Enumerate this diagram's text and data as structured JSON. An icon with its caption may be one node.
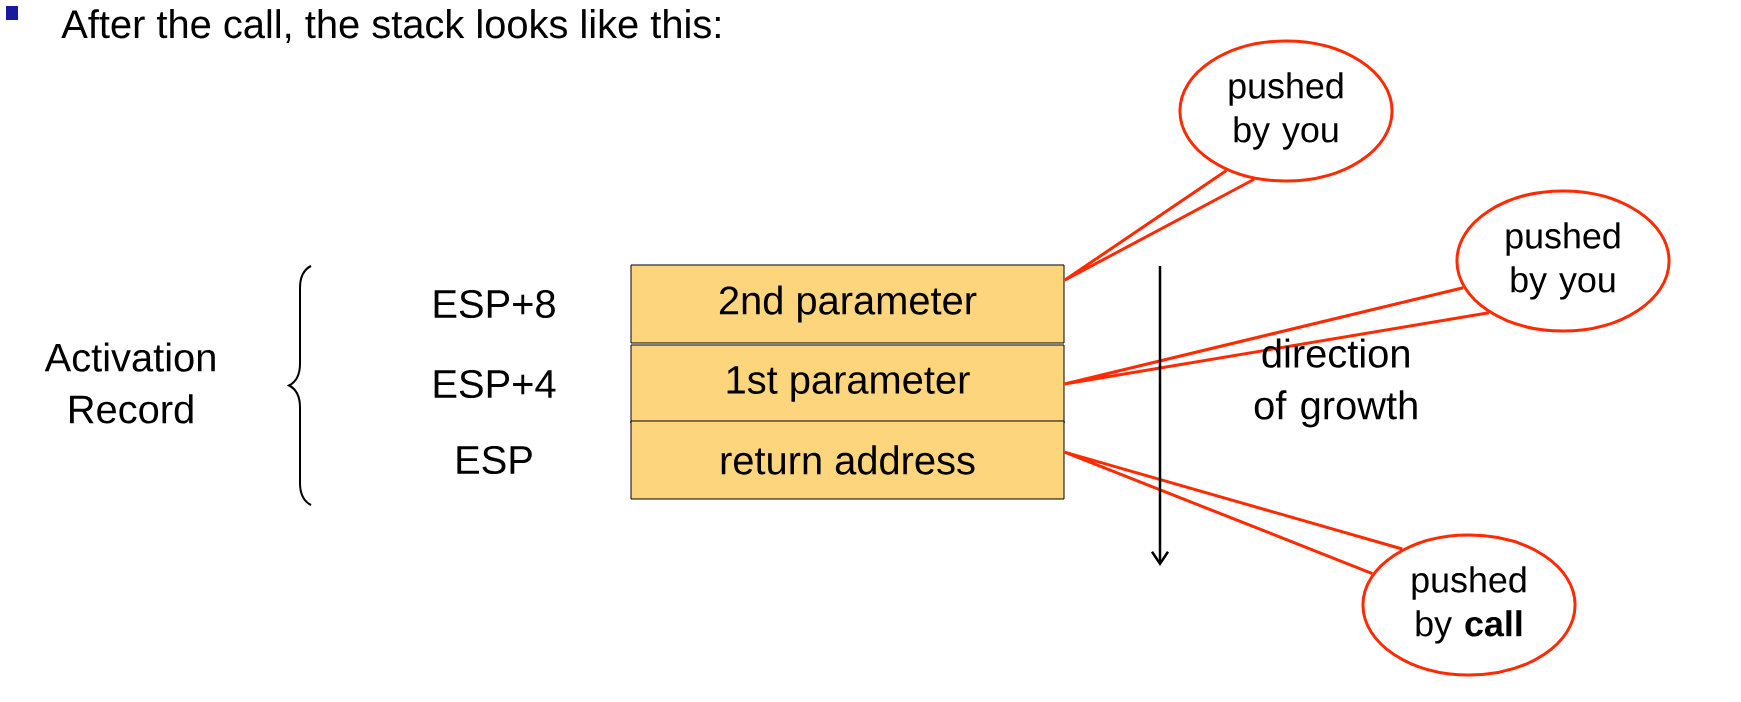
{
  "diagram": {
    "title": "After the call, the stack looks like this:",
    "nodes": [
      {
        "text": [
          "2nd parameter"
        ],
        "beside": [
          "ESP+8"
        ]
      },
      {
        "text": [
          "1st parameter"
        ],
        "beside": [
          "ESP+4"
        ]
      },
      {
        "text": [
          "return address"
        ],
        "beside": [
          "ESP"
        ]
      },
      {
        "text": [
          "pushed by you"
        ]
      },
      {
        "text": [
          "pushed by you"
        ]
      },
      {
        "text": [
          "pushed by **call**"
        ]
      }
    ],
    "edges": [
      {
        "from": 3,
        "to": 0,
        "arrow": "none"
      },
      {
        "from": 4,
        "to": 1,
        "arrow": "none"
      },
      {
        "from": 5,
        "to": 2,
        "arrow": "none"
      }
    ],
    "labels": [
      "Activation Record",
      "direction of growth"
    ]
  }
}
